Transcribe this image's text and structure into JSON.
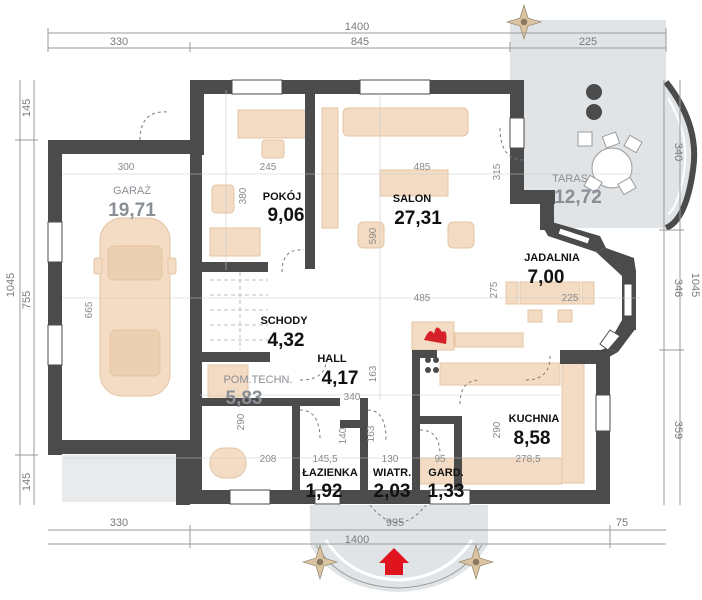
{
  "colors": {
    "wall": "#4b4b4b",
    "furniture": "#f3dcc3",
    "terrace": "#e1e4e6",
    "dimension_line": "#9a9a9a",
    "entrance_arrow": "#e0141e",
    "fireplace_flame": "#d6202a"
  },
  "rooms": [
    {
      "name": "GARAŻ",
      "area": "19,71"
    },
    {
      "name": "POKÓJ",
      "area": "9,06"
    },
    {
      "name": "SALON",
      "area": "27,31"
    },
    {
      "name": "TARAS",
      "area": "12,72"
    },
    {
      "name": "JADALNIA",
      "area": "7,00"
    },
    {
      "name": "SCHODY",
      "area": "4,32"
    },
    {
      "name": "HALL",
      "area": "4,17"
    },
    {
      "name": "POM.TECHN.",
      "area": "5,83"
    },
    {
      "name": "KUCHNIA",
      "area": "8,58"
    },
    {
      "name": "ŁAZIENKA",
      "area": "1,92"
    },
    {
      "name": "WIATR.",
      "area": "2,03"
    },
    {
      "name": "GARD.",
      "area": "1,33"
    }
  ],
  "outer_dims": {
    "top_total": "1400",
    "top_left": "330",
    "top_mid": "845",
    "top_right": "225",
    "bottom_total": "1400",
    "bottom_left": "330",
    "bottom_mid": "995",
    "bottom_right": "75",
    "left_total": "1045",
    "left_top": "145",
    "left_mid": "755",
    "left_bottom": "145",
    "right_total": "1045",
    "right_top": "340",
    "right_mid": "346",
    "right_bottom": "359"
  },
  "inner_dims": [
    "300",
    "665",
    "245",
    "380",
    "485",
    "590",
    "315",
    "485",
    "275",
    "225",
    "163",
    "340",
    "290",
    "208",
    "145,5",
    "140",
    "163",
    "130",
    "95",
    "290",
    "278,5"
  ],
  "icons": [
    "entrance-arrow-icon",
    "fireplace-flame-icon",
    "compass-star-icon",
    "car-icon",
    "table-with-chairs-icon"
  ]
}
